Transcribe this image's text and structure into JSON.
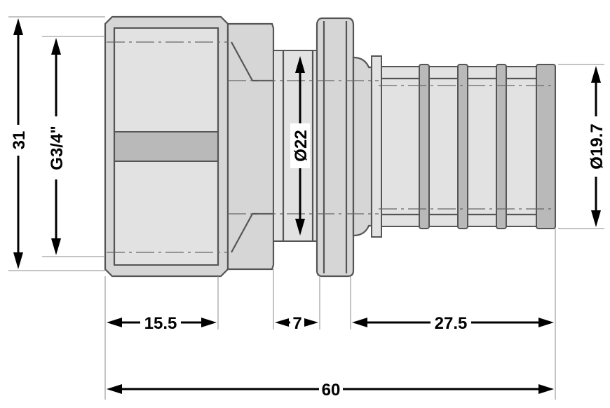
{
  "dimensions": {
    "overall_height": "31",
    "thread": "G3/4\"",
    "inner_diameter": "Ø22",
    "outer_diameter": "Ø19.7",
    "nut_length": "15.5",
    "neck_length": "7",
    "barb_length": "27.5",
    "overall_length": "60"
  },
  "colors": {
    "body": "#d6d6d6",
    "outline": "#555555",
    "dimension": "#000000"
  }
}
